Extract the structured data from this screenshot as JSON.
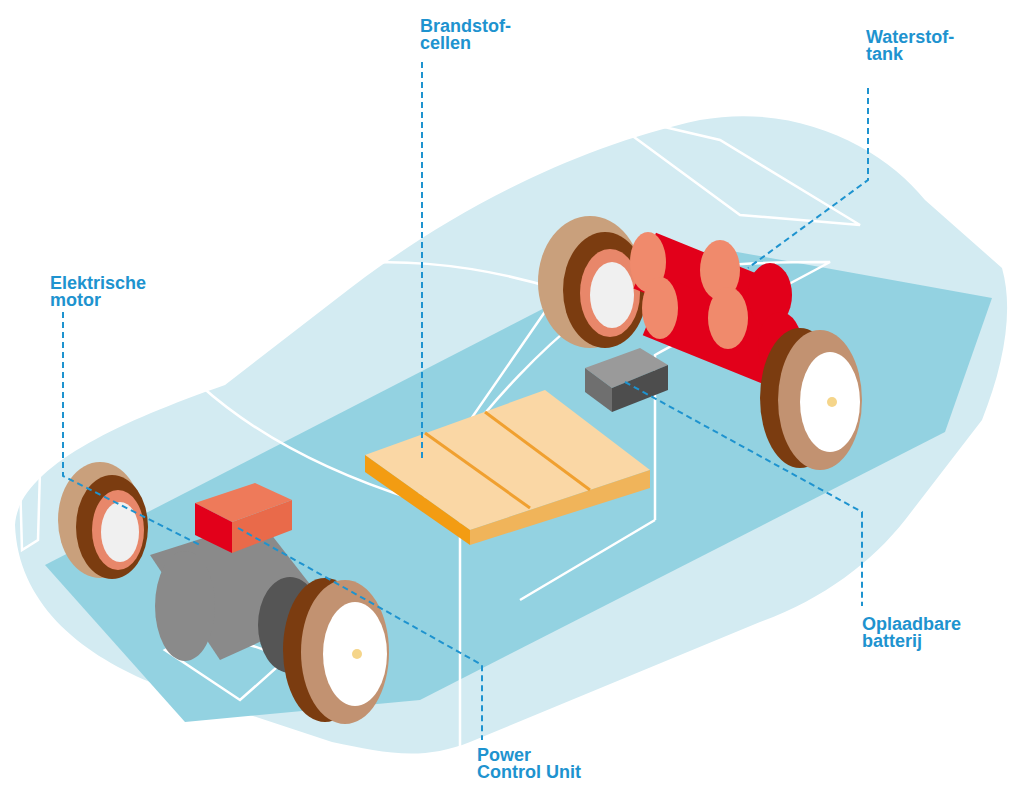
{
  "diagram": {
    "labels": [
      "Brandstof- cellen",
      "Waterstof- tank",
      "Elektrische motor",
      "Oplaadbare batterij",
      "Power Control Unit"
    ]
  }
}
